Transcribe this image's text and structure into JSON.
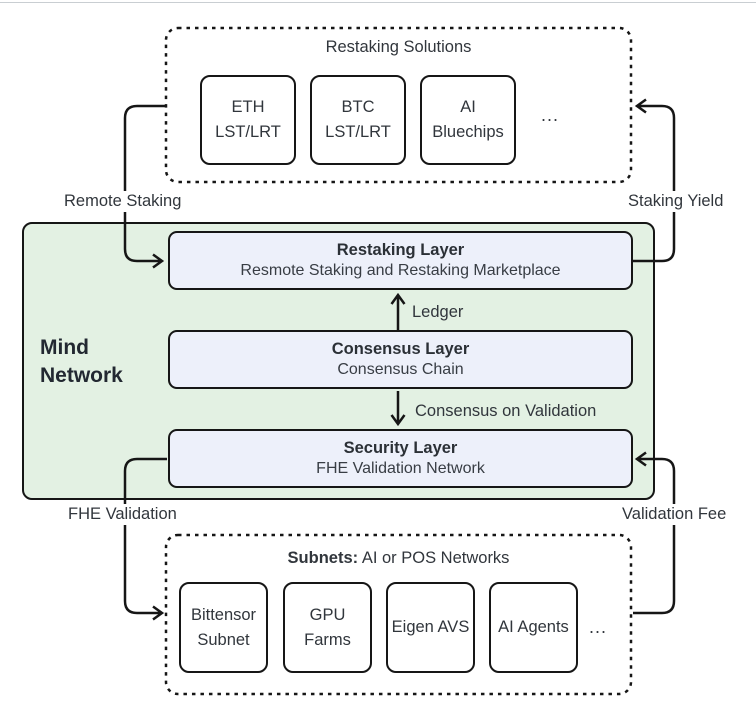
{
  "colors": {
    "canvas_bg": "#ffffff",
    "top_divider": "#c9ced2",
    "mind_network_fill": "#e3f1e3",
    "layer_fill": "#edf0fa",
    "node_fill": "#ffffff",
    "stroke": "#161616",
    "text": "#31363c"
  },
  "top_box": {
    "title": "Restaking Solutions",
    "nodes": [
      {
        "label": "ETH\nLST/LRT"
      },
      {
        "label": "BTC\nLST/LRT"
      },
      {
        "label": "AI\nBluechips"
      }
    ],
    "more": "..."
  },
  "mind": {
    "title": "Mind\nNetwork",
    "layers": [
      {
        "title": "Restaking Layer",
        "subtitle": "Resmote Staking and Restaking Marketplace"
      },
      {
        "title": "Consensus Layer",
        "subtitle": "Consensus Chain"
      },
      {
        "title": "Security Layer",
        "subtitle": "FHE Validation Network"
      }
    ],
    "arrows": {
      "ledger": "Ledger",
      "consensus_on_validation": "Consensus on Validation"
    }
  },
  "bottom_box": {
    "title_bold": "Subnets:",
    "title_rest": " AI or POS Networks",
    "nodes": [
      {
        "label": "Bittensor\nSubnet"
      },
      {
        "label": "GPU\nFarms"
      },
      {
        "label": "Eigen AVS"
      },
      {
        "label": "AI Agents"
      }
    ],
    "more": "..."
  },
  "edges": {
    "remote_staking": "Remote Staking",
    "staking_yield": "Staking Yield",
    "fhe_validation": "FHE Validation",
    "validation_fee": "Validation Fee"
  }
}
